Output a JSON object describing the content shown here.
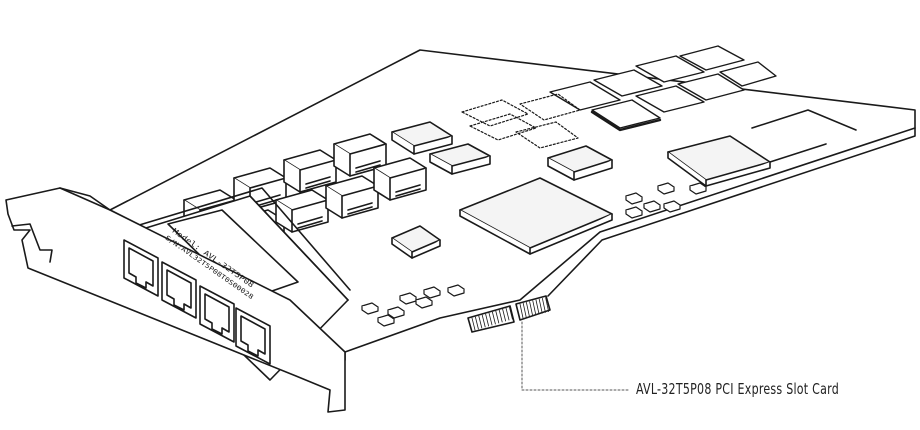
{
  "diagram": {
    "callout_label": "AVL-32T5P08 PCI Express Slot Card",
    "label_plate": {
      "model_line": "Model: AVL-32T5P08",
      "serial_line": "S/N:AVL32T5P08T0S00028"
    },
    "colors": {
      "stroke": "#1a1a1a",
      "fill": "#ffffff",
      "chip_fill": "#f4f4f4",
      "leader": "#555555"
    },
    "icons": [
      "rj45-port-icon",
      "pcie-gold-fingers",
      "mounting-bracket"
    ]
  }
}
